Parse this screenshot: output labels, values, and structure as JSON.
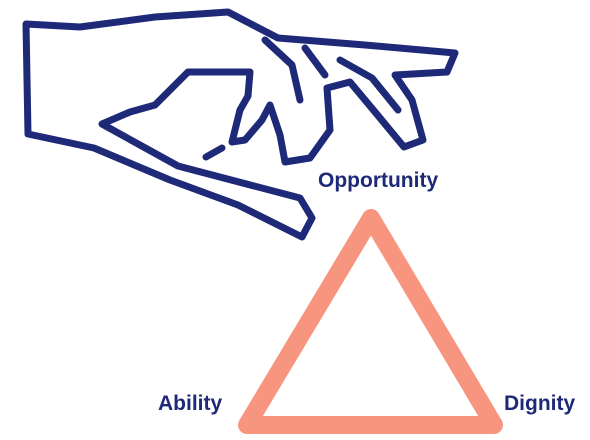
{
  "diagram": {
    "labels": {
      "top": "Opportunity",
      "left": "Ability",
      "right": "Dignity"
    },
    "colors": {
      "hand_stroke": "#1e2a78",
      "triangle_stroke": "#f7957f",
      "label_text": "#1e2a78",
      "background": "#ffffff"
    },
    "icons": {
      "hand": "pointing-hand-icon",
      "triangle": "triangle-outline"
    }
  }
}
